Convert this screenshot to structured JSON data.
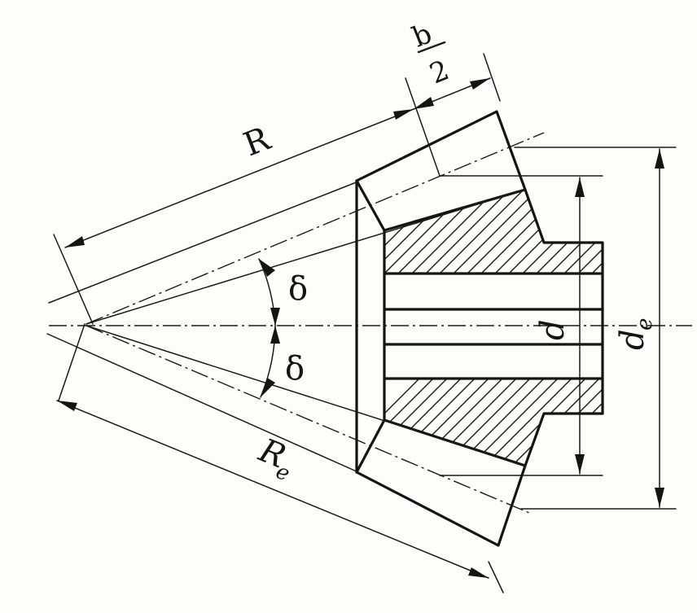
{
  "labels": {
    "cone_distance": "R",
    "outer_cone_distance_main": "R",
    "outer_cone_distance_sub": "e",
    "half_face_width_num": "b",
    "half_face_width_den": "2",
    "pitch_angle_upper": "δ",
    "pitch_angle_lower": "δ",
    "pitch_diameter": "d",
    "outer_diameter_main": "d",
    "outer_diameter_sub": "e"
  }
}
